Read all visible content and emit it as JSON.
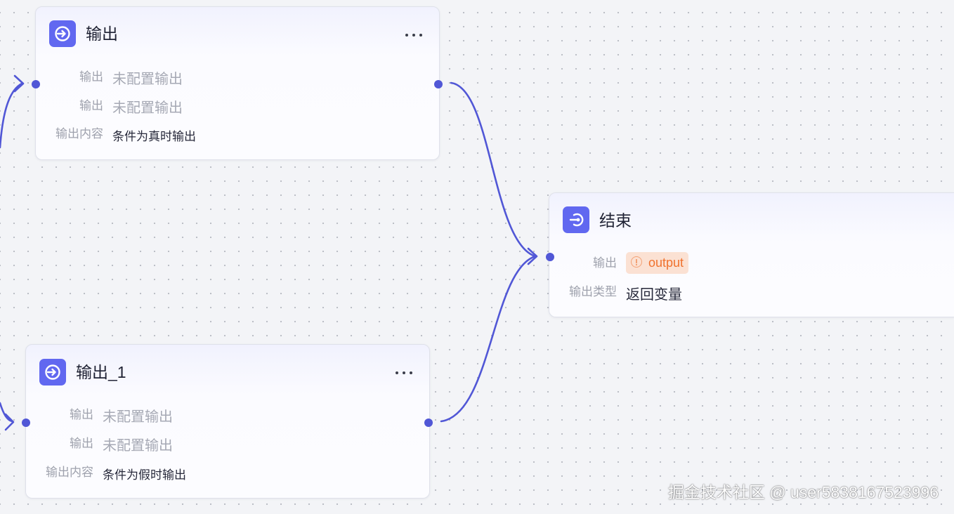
{
  "nodes": {
    "output": {
      "title": "输出",
      "rows": [
        {
          "label": "输出",
          "value": "未配置输出"
        },
        {
          "label": "输出",
          "value": "未配置输出"
        },
        {
          "label": "输出内容",
          "value": "条件为真时输出"
        }
      ]
    },
    "output1": {
      "title": "输出_1",
      "rows": [
        {
          "label": "输出",
          "value": "未配置输出"
        },
        {
          "label": "输出",
          "value": "未配置输出"
        },
        {
          "label": "输出内容",
          "value": "条件为假时输出"
        }
      ]
    },
    "end": {
      "title": "结束",
      "output_label": "输出",
      "output_tag": "output",
      "type_label": "输出类型",
      "type_value": "返回变量"
    }
  },
  "icons": {
    "output_node_icon": "arrow-into-circle-icon",
    "end_node_icon": "arrow-into-circle-icon",
    "more_icon": "ellipsis-icon",
    "warning_icon": "warning-circle-icon"
  },
  "colors": {
    "accent": "#6168f0",
    "edge": "#5157d6",
    "warning_bg": "#fbe1d3",
    "warning_text": "#f0722e",
    "canvas_bg": "#f3f4f7"
  },
  "watermark": "掘金技术社区 @ user5838167523996"
}
